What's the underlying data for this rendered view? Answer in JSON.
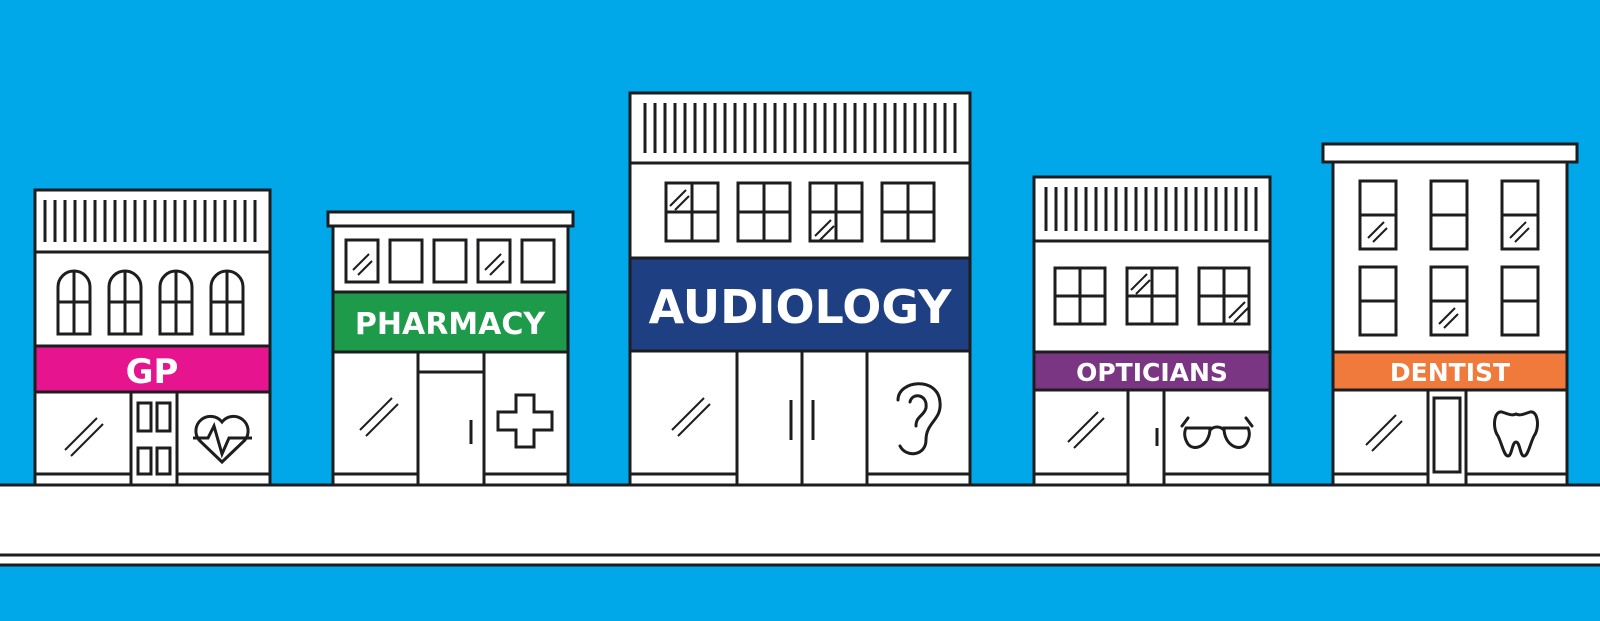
{
  "colors": {
    "sky": "#00a8ea",
    "outline": "#1d1d1f",
    "building": "#ffffff"
  },
  "shops": [
    {
      "label": "GP",
      "sign_color": "#e6158f",
      "icon": "heart-pulse-icon"
    },
    {
      "label": "PHARMACY",
      "sign_color": "#1e9a4b",
      "icon": "cross-icon"
    },
    {
      "label": "AUDIOLOGY",
      "sign_color": "#1e3f82",
      "icon": "ear-icon"
    },
    {
      "label": "OPTICIANS",
      "sign_color": "#7a3683",
      "icon": "glasses-icon"
    },
    {
      "label": "DENTIST",
      "sign_color": "#ef7a3c",
      "icon": "tooth-icon"
    }
  ]
}
